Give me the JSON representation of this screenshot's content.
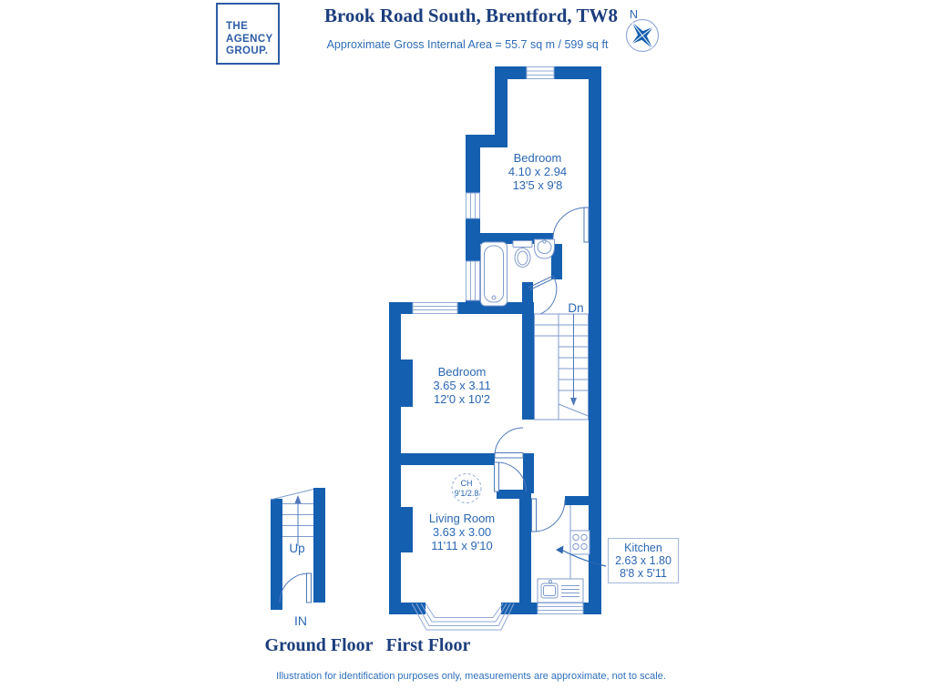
{
  "colors": {
    "wall_blue": "#155fb0",
    "line_blue": "#92abd6",
    "door_blue": "#4f79bb",
    "text_blue": "#2b67b2",
    "heading_navy": "#1c3e7d",
    "logo_blue": "#2d5ba6"
  },
  "branding": {
    "logo_lines": [
      "THE",
      "AGENCY",
      "GROUP."
    ]
  },
  "header": {
    "title": "Brook Road South, Brentford, TW8",
    "subtitle": "Approximate Gross Internal Area = 55.7 sq m / 599 sq ft",
    "compass_label": "N"
  },
  "first_floor": {
    "label": "First Floor",
    "bedroom_top": {
      "name": "Bedroom",
      "metric": "4.10 x 2.94",
      "imperial": "13'5 x 9'8"
    },
    "bedroom_middle": {
      "name": "Bedroom",
      "metric": "3.65 x 3.11",
      "imperial": "12'0 x 10'2"
    },
    "living_room": {
      "name": "Living Room",
      "metric": "3.63 x 3.00",
      "imperial": "11'11 x 9'10"
    },
    "kitchen": {
      "name": "Kitchen",
      "metric": "2.63 x 1.80",
      "imperial": "8'8 x 5'11"
    },
    "ceiling_height": {
      "label": "CH",
      "value": "9'1/2.8"
    },
    "stairs_down_label": "Dn"
  },
  "ground_floor": {
    "label": "Ground Floor",
    "stairs_up_label": "Up",
    "entrance_label": "IN"
  },
  "footer": {
    "disclaimer": "Illustration for identification purposes only, measurements are approximate, not to scale."
  }
}
